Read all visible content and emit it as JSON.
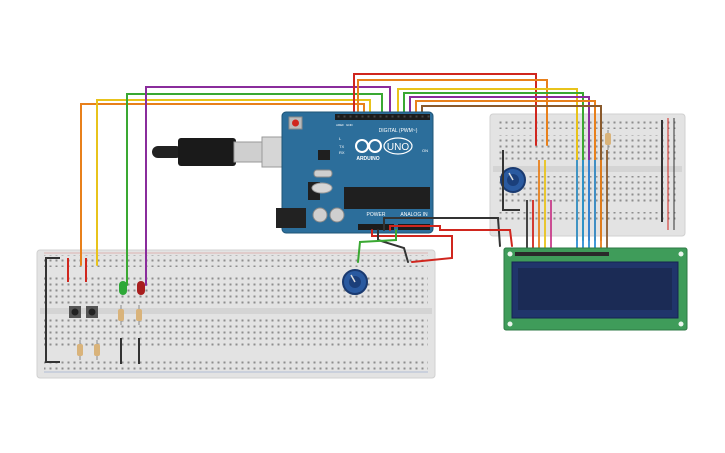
{
  "arduino": {
    "model": "UNO",
    "brand": "ARDUINO",
    "digital_label": "DIGITAL (PWM~)",
    "power_label": "POWER",
    "analog_label": "ANALOG IN",
    "tx_label": "TX",
    "rx_label": "RX",
    "l_label": "L",
    "on_label": "ON",
    "aref_label": "AREF",
    "gnd_label": "GND"
  },
  "colors": {
    "board": "#2c6e9b",
    "breadboard": "#e6e6e6",
    "wire_red": "#d0261e",
    "wire_orange": "#e8801b",
    "wire_yellow": "#e8c31b",
    "wire_green": "#3aa832",
    "wire_purple": "#8a2c9c",
    "wire_blue": "#2d8fd6",
    "wire_black": "#333333",
    "wire_brown": "#8a5a2c",
    "wire_pink": "#c83c8a",
    "lcd_pcb": "#3f9c5a",
    "lcd_screen": "#1b2b55",
    "pot": "#2a5aa0"
  },
  "icons": [
    "usb-cable-icon",
    "reset-button-icon",
    "pushbutton-icon",
    "potentiometer-icon",
    "led-icon",
    "resistor-icon"
  ]
}
